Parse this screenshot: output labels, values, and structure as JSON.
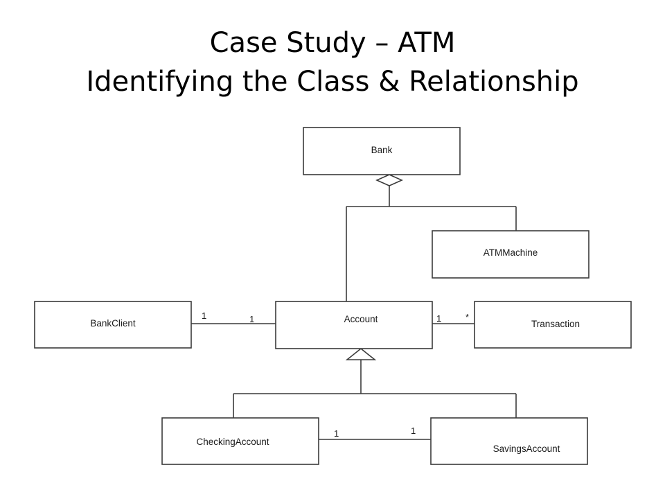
{
  "slide": {
    "title_line1": "Case Study – ATM",
    "title_line2": "Identifying the Class & Relationship"
  },
  "classes": {
    "bank": "Bank",
    "atm_machine": "ATMMachine",
    "bank_client": "BankClient",
    "account": "Account",
    "transaction": "Transaction",
    "checking_account": "CheckingAccount",
    "savings_account": "SavingsAccount"
  },
  "multiplicities": {
    "client_account_client_end": "1",
    "client_account_account_end": "1",
    "account_transaction_account_end": "1",
    "account_transaction_transaction_end": "*",
    "checking_savings_checking_end": "1",
    "checking_savings_savings_end": "1"
  },
  "colors": {
    "line": "#3a3a3a",
    "text": "#1a1a1a"
  }
}
